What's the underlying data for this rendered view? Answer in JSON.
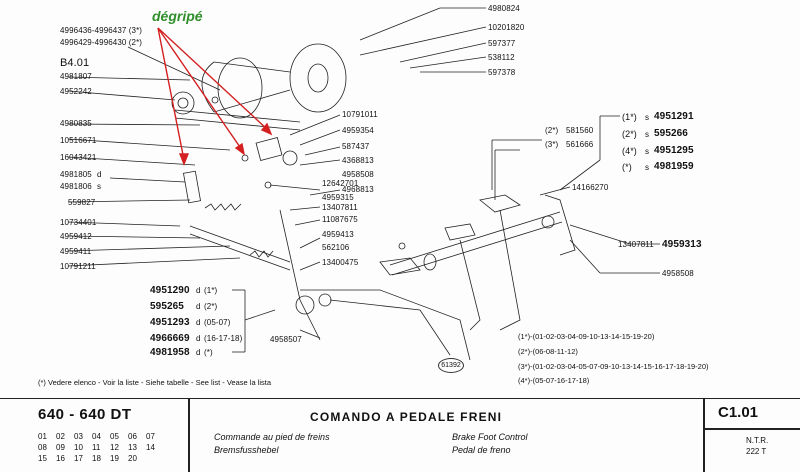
{
  "annotation": {
    "text": "dégripé",
    "color": "#2f8f2a",
    "arrow_color": "#d42020"
  },
  "labels_left": [
    "4996436-4996437 (3*)",
    "4996429-4996430 (2*)",
    "B4.01",
    "4981807",
    "4952242",
    "4980835",
    "10516671",
    "16043421",
    "4981805",
    "4981806",
    "559827",
    "10734401",
    "4959412",
    "4959411",
    "10791211"
  ],
  "suffix_d": "d",
  "suffix_s": "s",
  "labels_top_right": [
    "4980824",
    "10201820",
    "597377",
    "538112",
    "597378"
  ],
  "labels_center": [
    "10791011",
    "4959354",
    "587437",
    "4368813",
    "4958508",
    "4968813",
    "12642701",
    "4959315",
    "13407811",
    "11087675",
    "4959413",
    "562106",
    "13400475"
  ],
  "labels_right": {
    "block1": [
      {
        "sel": "(2*)",
        "num": "581560"
      },
      {
        "sel": "(3*)",
        "num": "561666"
      }
    ],
    "block2": [
      {
        "sel": "(1*)",
        "num": "4951291"
      },
      {
        "sel": "(2*)",
        "num": "595266"
      },
      {
        "sel": "(4*)",
        "num": "4951295"
      },
      {
        "sel": "(*)",
        "num": "4981959"
      }
    ],
    "misc": [
      "14166270",
      "13407811",
      "4959313",
      "4958508"
    ]
  },
  "labels_bottom_left": [
    {
      "num": "4951290",
      "sel": "(1*)"
    },
    {
      "num": "595265",
      "sel": "(2*)"
    },
    {
      "num": "4951293",
      "sel": "(05-07)"
    },
    {
      "num": "4966669",
      "sel": "(16-17-18)"
    },
    {
      "num": "4981958",
      "sel": "(*)"
    }
  ],
  "label_4958507": "4958507",
  "diagram_ref": "61392",
  "legend": [
    "(1*)-(01-02-03-04-09-10-13-14-15-19-20)",
    "(2*)-(06-08-11-12)",
    "(3*)-(01-02-03-04-05-07-09-10-13-14-15-16-17-18-19-20)",
    "(4*)-(05-07-16-17-18)"
  ],
  "footnote": "(*) Vedere elenco - Voir la liste - Siehe tabelle - See list - Vease la lista",
  "title_block": {
    "model": "640 - 640 DT",
    "codes_row1": [
      "01",
      "02",
      "03",
      "04",
      "05",
      "06",
      "07"
    ],
    "codes_row2": [
      "08",
      "09",
      "10",
      "11",
      "12",
      "13",
      "14"
    ],
    "codes_row3": [
      "15",
      "16",
      "17",
      "18",
      "19",
      "20"
    ],
    "title_it": "COMANDO A PEDALE FRENI",
    "title_fr": "Commande au pied de freins",
    "title_de": "Bremsfusshebel",
    "title_en": "Brake Foot Control",
    "title_es": "Pedal de freno",
    "ref": "C1.01",
    "ntr": "N.T.R.",
    "ntr_val": "222 T"
  }
}
